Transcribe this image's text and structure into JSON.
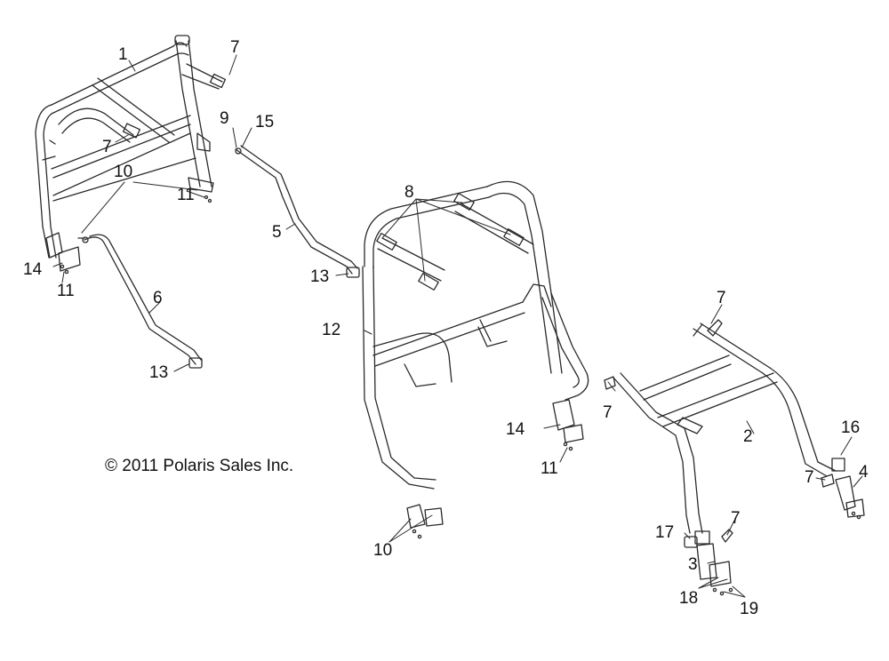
{
  "copyright": "© 2011 Polaris Sales Inc.",
  "callouts": [
    "1",
    "7",
    "7",
    "9",
    "15",
    "10",
    "11",
    "5",
    "8",
    "14",
    "11",
    "13",
    "6",
    "12",
    "13",
    "7",
    "14",
    "11",
    "7",
    "2",
    "16",
    "7",
    "4",
    "10",
    "17",
    "7",
    "3",
    "18",
    "19"
  ],
  "colors": {
    "line": "#2a2a2a",
    "background": "#ffffff"
  }
}
